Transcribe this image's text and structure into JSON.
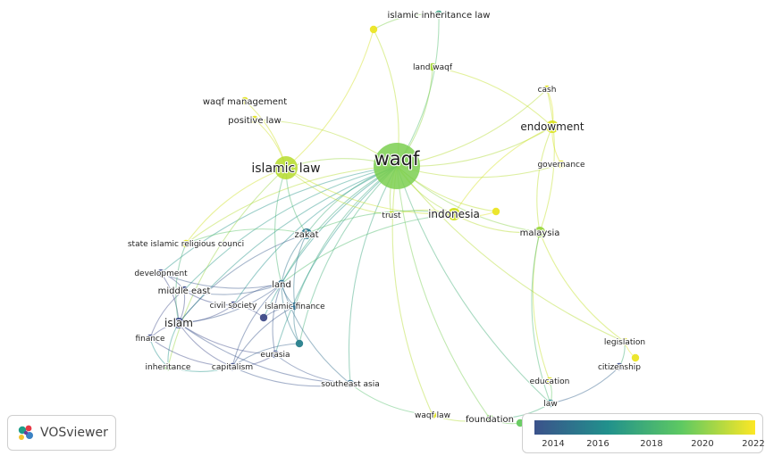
{
  "network": {
    "nodes": [
      {
        "id": "waqf",
        "label": "waqf",
        "year": 2019.9,
        "weight": 10
      },
      {
        "id": "islamic_law",
        "label": "islamic law",
        "year": 2020.9,
        "weight": 6
      },
      {
        "id": "endowment",
        "label": "endowment",
        "year": 2021.6,
        "weight": 4
      },
      {
        "id": "indonesia",
        "label": "indonesia",
        "year": 2021.4,
        "weight": 4
      },
      {
        "id": "malaysia",
        "label": "malaysia",
        "year": 2020.4,
        "weight": 3
      },
      {
        "id": "zakat",
        "label": "zakat",
        "year": 2016.6,
        "weight": 3
      },
      {
        "id": "islam",
        "label": "islam",
        "year": 2015.0,
        "weight": 3
      },
      {
        "id": "middle_east",
        "label": "middle east",
        "year": 2015.2,
        "weight": 2
      },
      {
        "id": "land",
        "label": "land",
        "year": 2016.3,
        "weight": 2
      },
      {
        "id": "islamic_inheritance_law",
        "label": "islamic inheritance law",
        "year": 2017.9,
        "weight": 2
      },
      {
        "id": "land_waqf",
        "label": "land waqf",
        "year": 2020.6,
        "weight": 2
      },
      {
        "id": "cash",
        "label": "cash",
        "year": 2021.8,
        "weight": 2
      },
      {
        "id": "governance",
        "label": "governance",
        "year": 2021.8,
        "weight": 2
      },
      {
        "id": "waqf_management",
        "label": "waqf management",
        "year": 2021.8,
        "weight": 2
      },
      {
        "id": "positive_law",
        "label": "positive law",
        "year": 2021.8,
        "weight": 2
      },
      {
        "id": "trust",
        "label": "trust",
        "year": 2021.2,
        "weight": 2
      },
      {
        "id": "state_islamic_religious_council",
        "label": "state islamic religious counci",
        "year": 2021.8,
        "weight": 2
      },
      {
        "id": "development",
        "label": "development",
        "year": 2015.0,
        "weight": 2
      },
      {
        "id": "civil_society",
        "label": "civil society",
        "year": 2014.8,
        "weight": 2
      },
      {
        "id": "islamic_finance",
        "label": "islamic finance",
        "year": 2016.3,
        "weight": 2
      },
      {
        "id": "finance",
        "label": "finance",
        "year": 2014.8,
        "weight": 2
      },
      {
        "id": "eurasia",
        "label": "eurasia",
        "year": 2015.0,
        "weight": 2
      },
      {
        "id": "inheritance",
        "label": "inheritance",
        "year": 2019.8,
        "weight": 2
      },
      {
        "id": "capitalism",
        "label": "capitalism",
        "year": 2015.0,
        "weight": 2
      },
      {
        "id": "southeast_asia",
        "label": "southeast asia",
        "year": 2016.2,
        "weight": 2
      },
      {
        "id": "legislation",
        "label": "legislation",
        "year": 2021.8,
        "weight": 2
      },
      {
        "id": "citizenship",
        "label": "citizenship",
        "year": 2015.0,
        "weight": 2
      },
      {
        "id": "education",
        "label": "education",
        "year": 2021.8,
        "weight": 2
      },
      {
        "id": "law",
        "label": "law",
        "year": 2016.9,
        "weight": 2
      },
      {
        "id": "waqf_law",
        "label": "waqf law",
        "year": 2021.8,
        "weight": 2
      },
      {
        "id": "foundation",
        "label": "foundation",
        "year": 2019.8,
        "weight": 2
      },
      {
        "id": "n_top_yellow",
        "label": "",
        "year": 2022.0,
        "weight": 2
      },
      {
        "id": "n_mid_yellow",
        "label": "",
        "year": 2022.0,
        "weight": 2
      },
      {
        "id": "n_right_yellow",
        "label": "",
        "year": 2022.0,
        "weight": 2
      },
      {
        "id": "n_teal_mid",
        "label": "",
        "year": 2016.8,
        "weight": 2
      },
      {
        "id": "n_purple_mid",
        "label": "",
        "year": 2014.8,
        "weight": 2
      },
      {
        "id": "n_green_bottom",
        "label": "",
        "year": 2019.5,
        "weight": 2
      }
    ],
    "links": [
      [
        "waqf",
        "islamic_law"
      ],
      [
        "waqf",
        "endowment"
      ],
      [
        "waqf",
        "indonesia"
      ],
      [
        "waqf",
        "malaysia"
      ],
      [
        "waqf",
        "zakat"
      ],
      [
        "waqf",
        "islamic_inheritance_law"
      ],
      [
        "waqf",
        "land_waqf"
      ],
      [
        "waqf",
        "cash"
      ],
      [
        "waqf",
        "governance"
      ],
      [
        "waqf",
        "trust"
      ],
      [
        "waqf",
        "land"
      ],
      [
        "waqf",
        "islam"
      ],
      [
        "waqf",
        "middle_east"
      ],
      [
        "waqf",
        "islamic_finance"
      ],
      [
        "waqf",
        "foundation"
      ],
      [
        "waqf",
        "law"
      ],
      [
        "waqf",
        "waqf_law"
      ],
      [
        "waqf",
        "positive_law"
      ],
      [
        "waqf",
        "n_top_yellow"
      ],
      [
        "waqf",
        "n_mid_yellow"
      ],
      [
        "waqf",
        "development"
      ],
      [
        "waqf",
        "legislation"
      ],
      [
        "waqf",
        "southeast_asia"
      ],
      [
        "waqf",
        "civil_society"
      ],
      [
        "waqf",
        "n_teal_mid"
      ],
      [
        "waqf",
        "eurasia"
      ],
      [
        "waqf",
        "n_purple_mid"
      ],
      [
        "waqf",
        "state_islamic_religious_council"
      ],
      [
        "islamic_law",
        "positive_law"
      ],
      [
        "islamic_law",
        "waqf_management"
      ],
      [
        "islamic_law",
        "indonesia"
      ],
      [
        "islamic_law",
        "n_top_yellow"
      ],
      [
        "islamic_law",
        "zakat"
      ],
      [
        "islamic_law",
        "trust"
      ],
      [
        "islamic_law",
        "land"
      ],
      [
        "islamic_law",
        "inheritance"
      ],
      [
        "islamic_law",
        "state_islamic_religious_council"
      ],
      [
        "endowment",
        "cash"
      ],
      [
        "endowment",
        "governance"
      ],
      [
        "endowment",
        "malaysia"
      ],
      [
        "endowment",
        "indonesia"
      ],
      [
        "endowment",
        "land_waqf"
      ],
      [
        "indonesia",
        "malaysia"
      ],
      [
        "indonesia",
        "n_mid_yellow"
      ],
      [
        "indonesia",
        "trust"
      ],
      [
        "indonesia",
        "zakat"
      ],
      [
        "indonesia",
        "land"
      ],
      [
        "malaysia",
        "education"
      ],
      [
        "malaysia",
        "legislation"
      ],
      [
        "malaysia",
        "law"
      ],
      [
        "malaysia",
        "cash"
      ],
      [
        "zakat",
        "land"
      ],
      [
        "zakat",
        "islam"
      ],
      [
        "zakat",
        "islamic_finance"
      ],
      [
        "zakat",
        "state_islamic_religious_council"
      ],
      [
        "islam",
        "middle_east"
      ],
      [
        "islam",
        "development"
      ],
      [
        "islam",
        "finance"
      ],
      [
        "islam",
        "civil_society"
      ],
      [
        "islam",
        "capitalism"
      ],
      [
        "islam",
        "land"
      ],
      [
        "islam",
        "inheritance"
      ],
      [
        "islam",
        "eurasia"
      ],
      [
        "islam",
        "southeast_asia"
      ],
      [
        "middle_east",
        "development"
      ],
      [
        "middle_east",
        "land"
      ],
      [
        "middle_east",
        "civil_society"
      ],
      [
        "middle_east",
        "finance"
      ],
      [
        "land",
        "islamic_finance"
      ],
      [
        "land",
        "civil_society"
      ],
      [
        "land",
        "capitalism"
      ],
      [
        "land",
        "eurasia"
      ],
      [
        "land",
        "southeast_asia"
      ],
      [
        "land",
        "n_teal_mid"
      ],
      [
        "islamic_finance",
        "n_teal_mid"
      ],
      [
        "islamic_finance",
        "n_purple_mid"
      ],
      [
        "islamic_finance",
        "capitalism"
      ],
      [
        "capitalism",
        "eurasia"
      ],
      [
        "capitalism",
        "southeast_asia"
      ],
      [
        "finance",
        "capitalism"
      ],
      [
        "finance",
        "inheritance"
      ],
      [
        "eurasia",
        "southeast_asia"
      ],
      [
        "southeast_asia",
        "waqf_law"
      ],
      [
        "waqf_law",
        "foundation"
      ],
      [
        "foundation",
        "law"
      ],
      [
        "foundation",
        "n_green_bottom"
      ],
      [
        "law",
        "education"
      ],
      [
        "law",
        "citizenship"
      ],
      [
        "citizenship",
        "legislation"
      ],
      [
        "legislation",
        "n_right_yellow"
      ],
      [
        "islamic_inheritance_law",
        "n_top_yellow"
      ],
      [
        "n_teal_mid",
        "capitalism"
      ],
      [
        "n_purple_mid",
        "civil_society"
      ],
      [
        "development",
        "land"
      ],
      [
        "inheritance",
        "capitalism"
      ],
      [
        "state_islamic_religious_council",
        "islam"
      ]
    ]
  },
  "legend": {
    "ticks": [
      "2014",
      "2016",
      "2018",
      "2020",
      "2022"
    ],
    "min_year": 2013.4,
    "max_year": 2022.4,
    "colors": [
      "#3b528b",
      "#21918c",
      "#5ec962",
      "#fde725"
    ]
  },
  "logo": {
    "text": "VOSviewer"
  }
}
